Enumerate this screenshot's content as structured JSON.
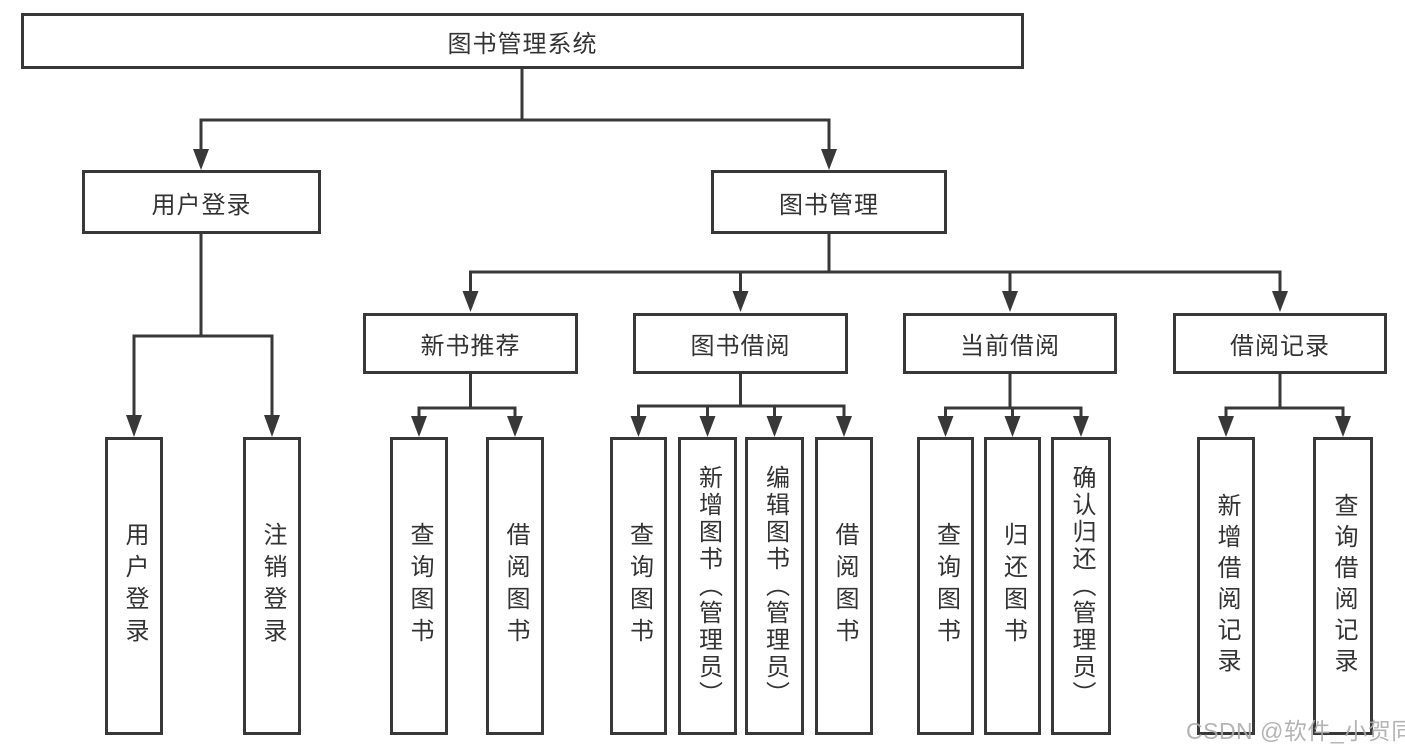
{
  "diagram": {
    "root": {
      "label": "图书管理系统"
    },
    "level2": {
      "user_login": {
        "label": "用户登录"
      },
      "book_mgmt": {
        "label": "图书管理"
      }
    },
    "level3": {
      "new_books": {
        "label": "新书推荐"
      },
      "borrowing": {
        "label": "图书借阅"
      },
      "current_borrow": {
        "label": "当前借阅"
      },
      "borrow_records": {
        "label": "借阅记录"
      }
    },
    "leaves": {
      "user_login": {
        "label": "用户登录"
      },
      "logout": {
        "label": "注销登录"
      },
      "nb_query_books": {
        "label": "查询图书"
      },
      "nb_borrow_books": {
        "label": "借阅图书"
      },
      "bw_query_books": {
        "label": "查询图书"
      },
      "bw_add_books": {
        "label": "新增图书（管理员）"
      },
      "bw_edit_books": {
        "label": "编辑图书（管理员）"
      },
      "bw_borrow_books": {
        "label": "借阅图书"
      },
      "cur_query_books": {
        "label": "查询图书"
      },
      "cur_return_books": {
        "label": "归还图书"
      },
      "cur_confirm_return": {
        "label": "确认归还（管理员）"
      },
      "rec_add_record": {
        "label": "新增借阅记录"
      },
      "rec_query_record": {
        "label": "查询借阅记录"
      }
    }
  },
  "watermark": {
    "text": "CSDN @软件_小贺同学"
  },
  "colors": {
    "line": "#383838",
    "box_border": "#383838",
    "text": "#333333",
    "background": "#ffffff",
    "watermark": "#acacac"
  }
}
